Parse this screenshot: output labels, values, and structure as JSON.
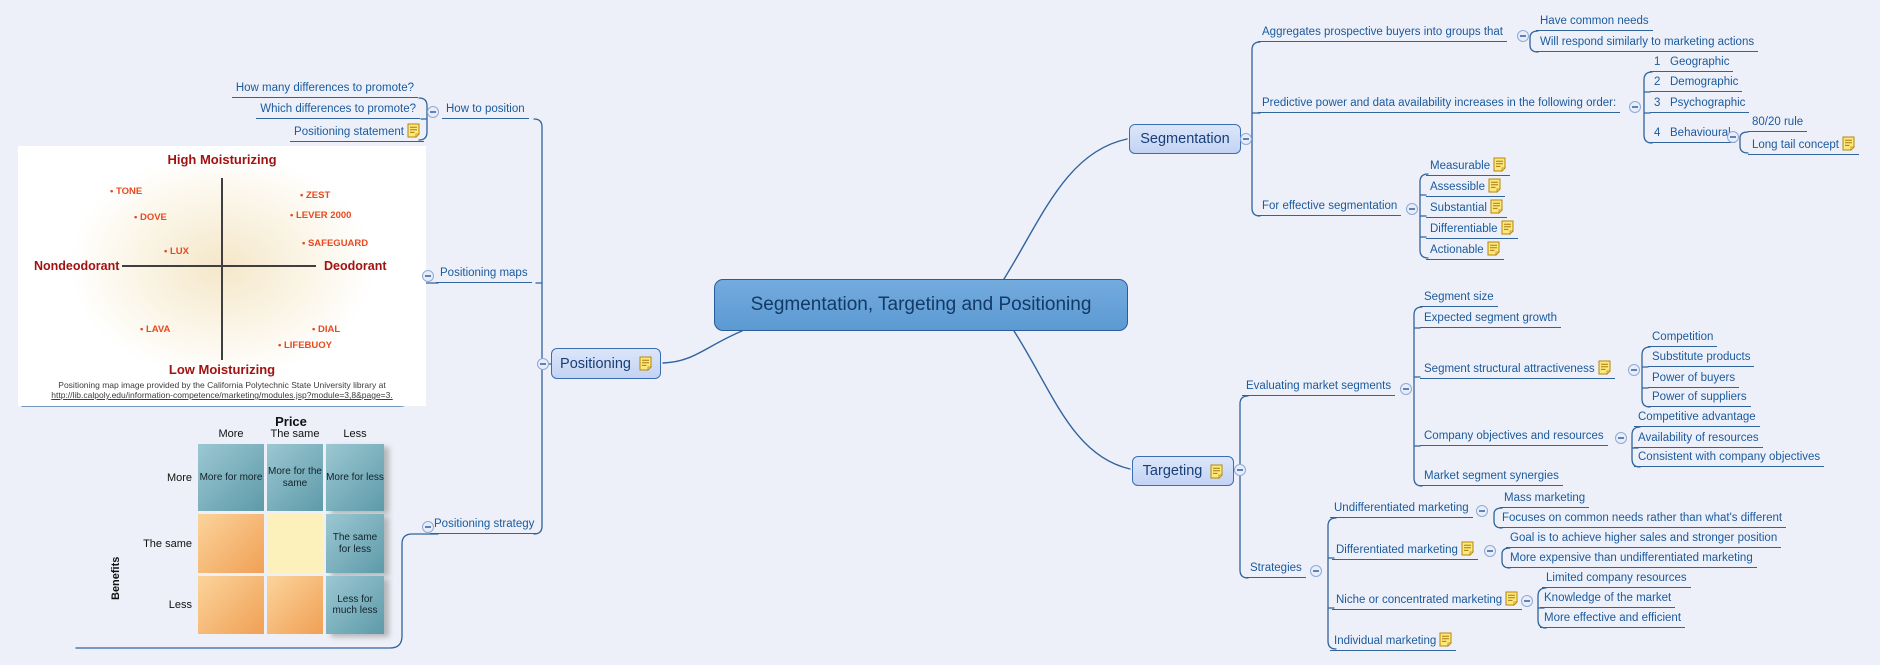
{
  "canvas": {
    "background": "#edf0f8",
    "branch_line_color": "#31639c",
    "central_fill": "#64a2d8",
    "node_fill": "#cdd9f6"
  },
  "central": {
    "title": "Segmentation, Targeting and Positioning"
  },
  "positioning": {
    "label": "Positioning",
    "how_to_position": {
      "label": "How to position",
      "how_many": "How many differences to promote?",
      "which": "Which differences to promote?",
      "statement": "Positioning statement"
    },
    "maps": {
      "label": "Positioning maps",
      "map": {
        "top_axis": "High Moisturizing",
        "bottom_axis": "Low Moisturizing",
        "left_axis": "Nondeodorant",
        "right_axis": "Deodorant",
        "brands": [
          "TONE",
          "DOVE",
          "LUX",
          "LAVA",
          "ZEST",
          "LEVER 2000",
          "SAFEGUARD",
          "DIAL",
          "LIFEBUOY"
        ],
        "caption_line1": "Positioning map image provided by the California Polytechnic State University library at",
        "caption_line2": "http://lib.calpoly.edu/information-competence/marketing/modules.jsp?module=3,8&page=3."
      }
    },
    "strategy": {
      "label": "Positioning strategy",
      "table": {
        "price_header": "Price",
        "benefits_header": "Benefits",
        "price_levels": [
          "More",
          "The same",
          "Less"
        ],
        "benefit_levels": [
          "More",
          "The same",
          "Less"
        ],
        "cells": {
          "r0c0": "More for more",
          "r0c1": "More for the same",
          "r0c2": "More for less",
          "r1c2": "The same for less",
          "r2c2": "Less for much less"
        },
        "colors": {
          "teal": "#6fa7b5",
          "orange": "#f4ab60",
          "pale": "#fdf1bb"
        }
      }
    }
  },
  "segmentation": {
    "label": "Segmentation",
    "aggregates": {
      "label": "Aggregates prospective buyers into groups that",
      "have": "Have common needs",
      "respond": "Will respond similarly to marketing actions"
    },
    "predictive": {
      "label": "Predictive power and data availability increases in the following order:",
      "bases": [
        {
          "num": "1",
          "name": "Geographic"
        },
        {
          "num": "2",
          "name": "Demographic"
        },
        {
          "num": "3",
          "name": "Psychographic"
        },
        {
          "num": "4",
          "name": "Behavioural"
        }
      ],
      "behavioural_children": {
        "rule": "80/20 rule",
        "long_tail": "Long tail concept"
      }
    },
    "effective": {
      "label": "For effective segmentation",
      "criteria": [
        "Measurable",
        "Assessible",
        "Substantial",
        "Differentiable",
        "Actionable"
      ]
    }
  },
  "targeting": {
    "label": "Targeting",
    "evaluating": {
      "label": "Evaluating market segments",
      "segment_size": "Segment size",
      "expected_growth": "Expected segment growth",
      "structural": {
        "label": "Segment structural attractiveness",
        "forces": [
          "Competition",
          "Substitute products",
          "Power of buyers",
          "Power of suppliers"
        ]
      },
      "company": {
        "label": "Company objectives and resources",
        "factors": [
          "Competitive advantage",
          "Availability of resources",
          "Consistent with company objectives"
        ]
      },
      "synergies": "Market segment synergies"
    },
    "strategies": {
      "label": "Strategies",
      "undifferentiated": {
        "label": "Undifferentiated marketing",
        "points": [
          "Mass marketing",
          "Focuses on common needs rather than what's different"
        ]
      },
      "differentiated": {
        "label": "Differentiated marketing",
        "points": [
          "Goal is to achieve higher sales and stronger position",
          "More expensive than undifferentiated marketing"
        ]
      },
      "niche": {
        "label": "Niche or concentrated marketing",
        "points": [
          "Limited company resources",
          "Knowledge of the market",
          "More effective and efficient"
        ]
      },
      "individual": {
        "label": "Individual marketing"
      }
    }
  }
}
